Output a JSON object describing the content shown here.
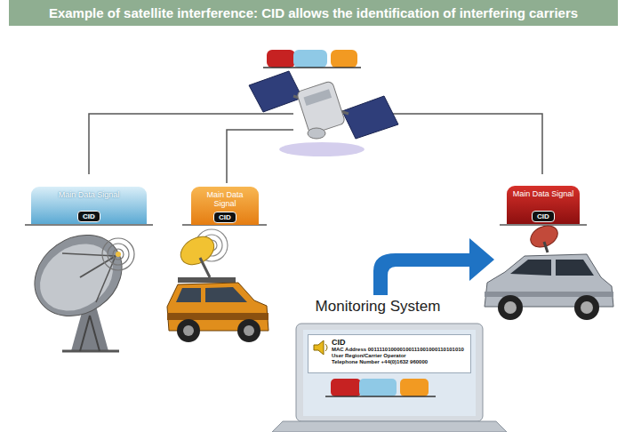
{
  "diagram": {
    "title": "Example of satellite interference: CID allows the identification of interfering carriers",
    "nodes": [
      {
        "text": [
          "Main Data Signal"
        ]
      },
      {
        "text": [
          "CID"
        ],
        "in": 0
      },
      {
        "text": [
          "Main Data Signal"
        ]
      },
      {
        "text": [
          "CID"
        ],
        "in": 2
      },
      {
        "text": [
          "Main Data Signal"
        ]
      },
      {
        "text": [
          "CID"
        ],
        "in": 4
      },
      {
        "text": [
          "CID",
          "MAC Address 001111010000100111001000110101010",
          "User Region/Carrier Operator",
          "Telephone Number +44(0)1632 960000"
        ]
      }
    ],
    "labels": [
      "Monitoring System"
    ]
  }
}
